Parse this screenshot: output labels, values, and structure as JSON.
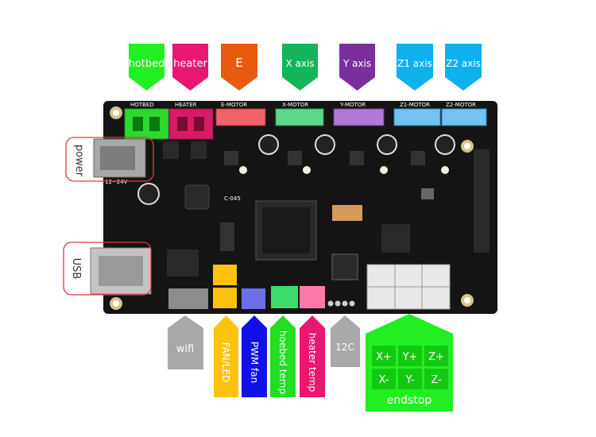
{
  "colors": {
    "hotbed": "#22ee22",
    "heater": "#e8176f",
    "e": "#e85a10",
    "x": "#14b45a",
    "y": "#7a2f9c",
    "z1": "#0eb0ee",
    "z2": "#0eb0ee",
    "wifi": "#a8a8a8",
    "fan": "#ffc20e",
    "pwm": "#1010e8",
    "hotbed_temp": "#22dd22",
    "heater_temp": "#e8176f",
    "i2c": "#a8a8a8",
    "endstop": "#22ee22",
    "board": "#141414"
  },
  "top_labels": {
    "hotbed": "hotbed",
    "heater": "heater",
    "e": "E",
    "x": "X axis",
    "y": "Y axis",
    "z1": "Z1 axis",
    "z2": "Z2 axis"
  },
  "side_labels": {
    "power": "power",
    "usb": "USB"
  },
  "bottom_labels": {
    "wifi": "wifi",
    "fan": "FAN/LED",
    "pwm": "PWM fan",
    "hotbed_temp": "hoebed temp",
    "heater_temp": "heater temp",
    "i2c": "12C"
  },
  "endstop": {
    "title": "endstop",
    "keys": [
      "X+",
      "Y+",
      "Z+",
      "X-",
      "Y-",
      "Z-"
    ]
  },
  "silkscreen": {
    "hotbed": "HOTBED",
    "heater": "HEATER",
    "e_motor": "E-MOTOR",
    "x_motor": "X-MOTOR",
    "y_motor": "Y-MOTOR",
    "z1_motor": "Z1-MOTOR",
    "z2_motor": "Z2-MOTOR",
    "voltage": "12~24V",
    "board_id": "C-045"
  }
}
